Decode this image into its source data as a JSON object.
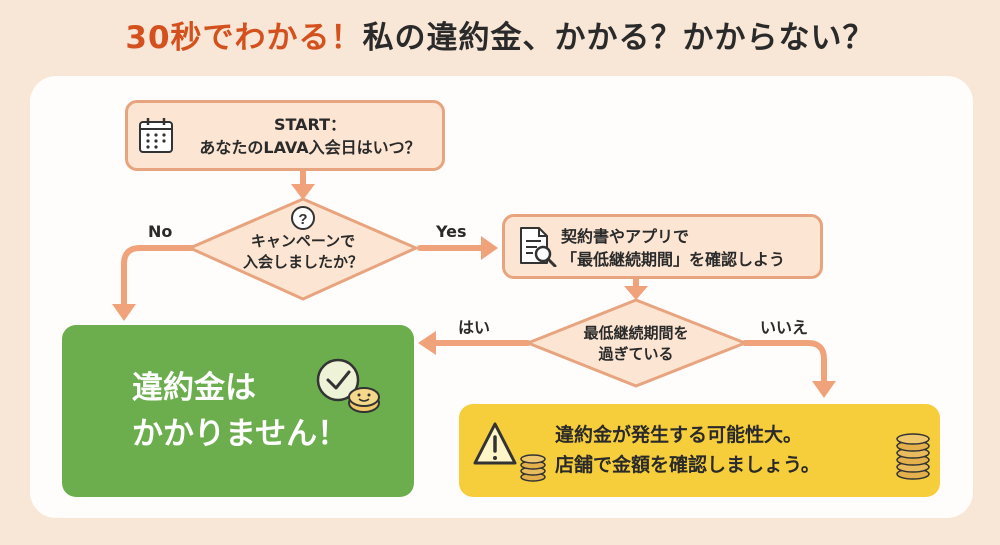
{
  "title": {
    "accent": "30秒でわかる！",
    "main": "私の違約金、かかる？かからない？"
  },
  "colors": {
    "page_bg": "#f8e6d6",
    "accent_orange": "#d4511d",
    "box_fill": "#fce6d3",
    "box_border": "#e8a47f",
    "green": "#6cae4e",
    "yellow": "#f6ce3c"
  },
  "nodes": {
    "start": {
      "line1": "START：",
      "line2": "あなたのLAVA入会日はいつ？",
      "icon": "calendar-icon"
    },
    "campaign": {
      "line1": "キャンペーンで",
      "line2": "入会しましたか？",
      "icon": "question-icon"
    },
    "contract": {
      "line1": "契約書やアプリで",
      "line2": "「最低継続期間」を確認しよう",
      "icon": "document-search-icon"
    },
    "period": {
      "line1": "最低継続期間を",
      "line2": "過ぎている"
    },
    "no_fee": {
      "line1": "違約金は",
      "line2": "かかりません！",
      "icon": "check-coin-icon"
    },
    "fee": {
      "line1": "違約金が発生する可能性大。",
      "line2": "店舗で金額を確認しましょう。",
      "icon": "warning-coins-icon"
    }
  },
  "edges": {
    "no": "No",
    "yes": "Yes",
    "hai": "はい",
    "iie": "いいえ"
  }
}
